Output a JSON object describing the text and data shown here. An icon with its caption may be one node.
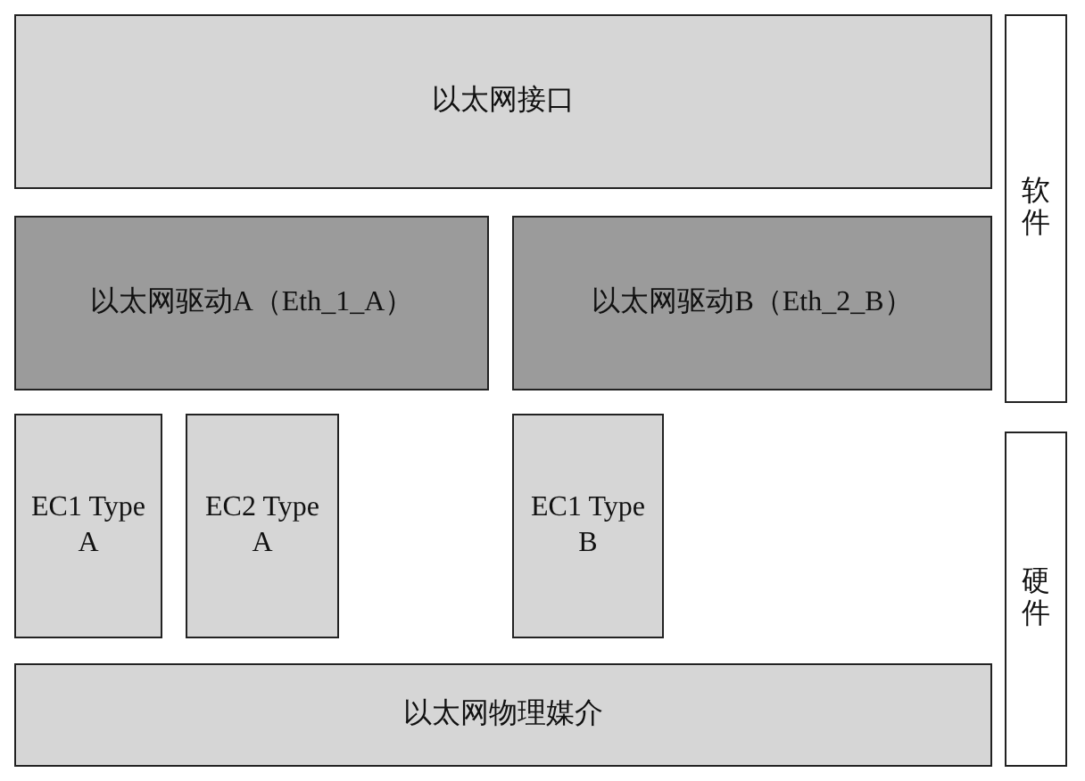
{
  "diagram": {
    "nodes": [
      {
        "text": [
          "以太网接口"
        ]
      },
      {
        "text": [
          "以太网驱动A（Eth_1_A）"
        ]
      },
      {
        "text": [
          "以太网驱动B（Eth_2_B）"
        ]
      },
      {
        "text": [
          "EC1 Type A"
        ]
      },
      {
        "text": [
          "EC2 Type A"
        ]
      },
      {
        "text": [
          "EC1 Type B"
        ]
      },
      {
        "text": [
          "以太网物理媒介"
        ]
      },
      {
        "text": [
          "软件"
        ]
      },
      {
        "text": [
          "硬件"
        ]
      }
    ]
  }
}
